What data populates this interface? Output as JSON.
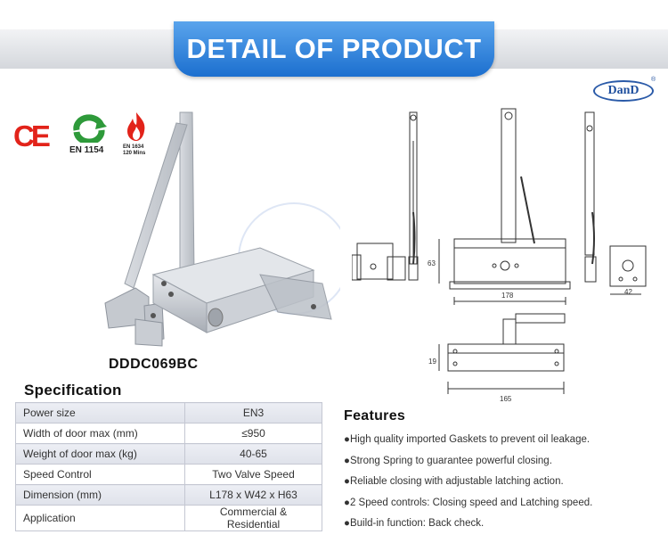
{
  "header": {
    "title": "DETAIL OF PRODUCT"
  },
  "brand": {
    "logo_text": "DanD",
    "reg": "®"
  },
  "certifications": {
    "ce": "CE",
    "en1154": "EN 1154",
    "en1634_line1": "EN 1634",
    "en1634_line2": "120 Mins"
  },
  "product": {
    "model": "DDDC069BC"
  },
  "dimensions": {
    "height": "63",
    "width": "178",
    "depth": "42",
    "top_depth": "19",
    "top_width": "165"
  },
  "specification": {
    "title": "Specification",
    "rows": [
      {
        "label": "Power size",
        "value": "EN3"
      },
      {
        "label": "Width of door max (mm)",
        "value": "≤950"
      },
      {
        "label": "Weight of door max (kg)",
        "value": "40-65"
      },
      {
        "label": "Speed Control",
        "value": "Two Valve Speed"
      },
      {
        "label": "Dimension  (mm)",
        "value": "L178 x W42 x H63"
      },
      {
        "label": "Application",
        "value": "Commercial & Residential"
      }
    ]
  },
  "features": {
    "title": "Features",
    "items": [
      "●High quality imported Gaskets to prevent oil leakage.",
      "●Strong Spring to guarantee powerful closing.",
      "●Reliable closing with adjustable latching action.",
      "●2 Speed controls: Closing speed and Latching speed.",
      "●Build-in function: Back check."
    ]
  },
  "colors": {
    "banner": "#1c6fcf",
    "brand": "#1f4f9e",
    "ce": "#e2231a",
    "en_green": "#2e9a3a",
    "fire": "#e2231a"
  }
}
